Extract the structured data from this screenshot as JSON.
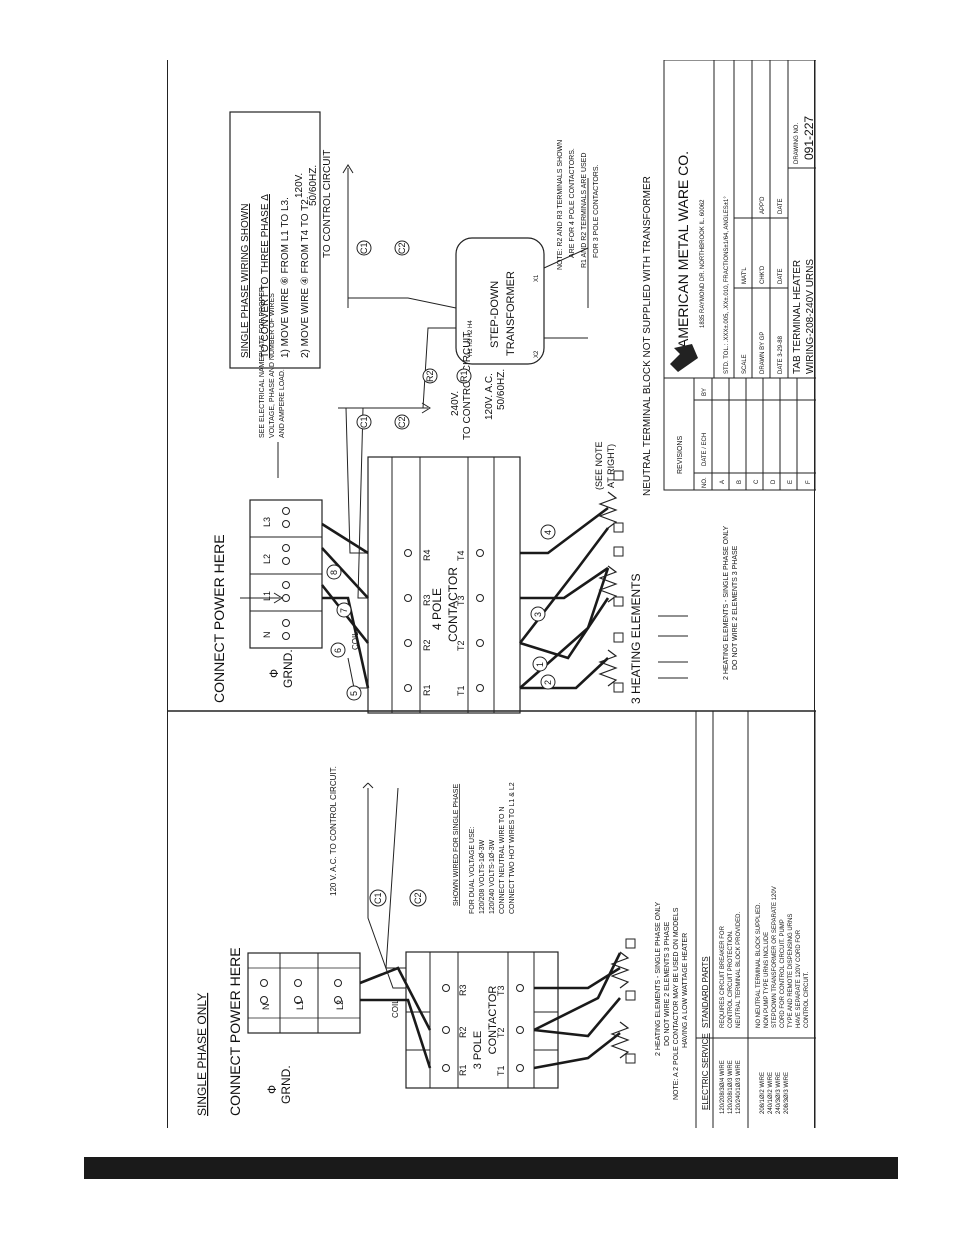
{
  "left": {
    "title": "SINGLE PHASE ONLY",
    "connect": "CONNECT POWER HERE",
    "grnd": "GRND.",
    "coil": "COIL",
    "contactor": [
      "3 POLE",
      "CONTACTOR"
    ],
    "control": "120 V. A.C. TO CONTROL CIRCUIT.",
    "c1": "C1",
    "c2": "C2",
    "wired_title": "SHOWN WIRED FOR SINGLE PHASE",
    "wired_lines": [
      "FOR DUAL VOLTAGE USE:",
      "120/208 VOLTS-1Ø-3W",
      "120/240 VOLTS-1Ø-3W",
      "CONNECT NEUTRAL WIRE TO N",
      "CONNECT TWO HOT WIRES TO L1 & L2"
    ],
    "elements_note": [
      "2 HEATING ELEMENTS - SINGLE PHASE ONLY",
      "DO NOT WIRE 2 ELEMENTS 3 PHASE",
      "NOTE: A 2 POLE CONTACTOR MAY BE USED ON MODELS",
      "HAVING A LOW WATTAGE HEATER"
    ]
  },
  "terminals": {
    "N": "N",
    "L1": "L1",
    "L2": "L2",
    "L3": "L3",
    "R1": "R1",
    "R2": "R2",
    "R3": "R3",
    "R4": "R4",
    "T1": "T1",
    "T2": "T2",
    "T3": "T3",
    "T4": "T4"
  },
  "table": {
    "col1": "ELECTRIC SERVICE",
    "col2": "STANDARD PARTS",
    "row1_service": [
      "120/208/3Ø/4 WIRE",
      "120/208/1Ø/3 WIRE",
      "120/240/1Ø/3 WIRE"
    ],
    "row1_parts": [
      "REQUIRES CIRCUIT BREAKER FOR",
      "CONTROL CIRCUIT PROTECTION.",
      "NEUTRAL TERMINAL BLOCK PROVIDED."
    ],
    "row2_service": [
      "208/1Ø/2 WIRE",
      "240/1Ø/2 WIRE",
      "240/3Ø/3 WIRE",
      "208/3Ø/3 WIRE"
    ],
    "row2_parts": [
      "NO NEUTRAL TERMINAL BLOCK SUPPLIED.",
      "NON PUMP TYPE URNS INCLUDE",
      "STEPDOWN TRANSFORMER OR SEPARATE 120V",
      "CORD FOR CONTROL CIRCUIT. PUMP",
      "TYPE AND REMOTE DISPENSING URNS",
      "HAVE SEPARATE 120V CORD FOR",
      "CONTROL CIRCUIT."
    ]
  },
  "right": {
    "connect": "CONNECT POWER HERE",
    "grnd": "GRND.",
    "coil": "COIL",
    "contactor": [
      "4 POLE",
      "CONTACTOR"
    ],
    "nameplate_note": [
      "SEE ELECTRICAL NAMEPLATE FOR PROPER",
      "VOLTAGE, PHASE AND NUMBER OF WIRES",
      "AND AMPERE LOAD."
    ],
    "control1": "TO CONTROL CIRCUIT",
    "control1_v": [
      "120V. A.C.",
      "50/60HZ."
    ],
    "control2": "TO CONTROL CIRCUIT",
    "control2_v": [
      "120V.",
      "50/60HZ."
    ],
    "c1": "C1",
    "c2": "C2",
    "r2": "R2",
    "r1": "R1",
    "v240": "240V.",
    "see_note": [
      "(SEE NOTE",
      "AT RIGHT)"
    ],
    "transformer": [
      "STEP-DOWN",
      "TRANSFORMER"
    ],
    "transformer_pins": [
      "H1 H3 H2 H4",
      "X2",
      "X1"
    ],
    "elements_title": "3 HEATING ELEMENTS",
    "elements_note": [
      "2 HEATING ELEMENTS - SINGLE PHASE ONLY",
      "DO NOT WIRE 2 ELEMENTS 3 PHASE"
    ],
    "phase_box": [
      "SINGLE PHASE WIRING SHOWN",
      "TO CONVERT TO THREE PHASE Δ",
      "1) MOVE WIRE ⑥ FROM L1 TO L3.",
      "2) MOVE WIRE ④ FROM T4 TO T2."
    ],
    "terminal_note": [
      "NOTE: R2 AND R3 TERMINALS SHOWN",
      "ARE FOR 4 POLE CONTACTORS.",
      "R1 AND R2 TERMINALS ARE USED",
      "FOR 3 POLE CONTACTORS."
    ],
    "neutral_note": "NEUTRAL TERMINAL BLOCK NOT SUPPLIED WITH TRANSFORMER",
    "wire_numbers": [
      "1",
      "2",
      "3",
      "4",
      "5",
      "6",
      "7",
      "8"
    ]
  },
  "title_block": {
    "revisions": "REVISIONS",
    "no": "NO.",
    "date_ech": "DATE / ECH",
    "by": "BY",
    "rows": [
      "A",
      "B",
      "C",
      "D",
      "E",
      "F"
    ],
    "company": "AMERICAN METAL WARE CO.",
    "address": "1835 RAYMOND DR. NORTHBROOK IL. 60062",
    "tol": "STD. TOL.: .XXX±.005, .XX±.010, FRACTIONS±1/64, ANGLES±1°",
    "scale": "SCALE",
    "matl": "MAT'L",
    "drawn": "DRAWN BY GP",
    "chkd": "CHK'D",
    "appd": "APP'D",
    "date": "DATE 3-29-88",
    "date_label": "DATE",
    "title1": "TAB TERMINAL HEATER",
    "title2": "WIRING-208-240V URNS",
    "dwg_no_label": "DRAWING NO.",
    "dwg_no": "091-227"
  }
}
